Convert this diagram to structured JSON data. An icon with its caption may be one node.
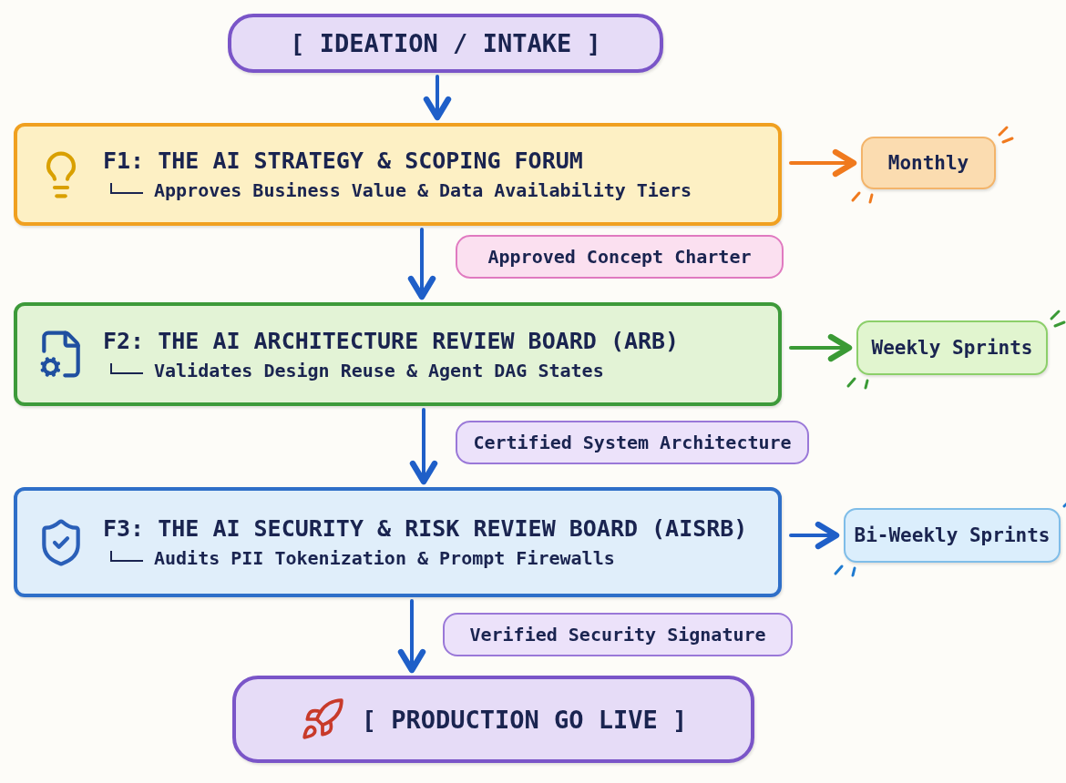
{
  "diagram": {
    "nodes": [
      {
        "text": [
          "[ IDEATION / INTAKE ]"
        ]
      },
      {
        "text": [
          "F1: THE AI STRATEGY & SCOPING FORUM",
          "Approves Business Value & Data Availability Tiers"
        ]
      },
      {
        "text": [
          "Monthly"
        ]
      },
      {
        "text": [
          "F2: THE AI ARCHITECTURE REVIEW BOARD (ARB)",
          "Validates Design Reuse & Agent DAG States"
        ]
      },
      {
        "text": [
          "Weekly Sprints"
        ]
      },
      {
        "text": [
          "F3: THE AI SECURITY & RISK REVIEW BOARD (AISRB)",
          "Audits PII Tokenization & Prompt Firewalls"
        ]
      },
      {
        "text": [
          "Bi-Weekly Sprints"
        ]
      },
      {
        "text": [
          "[ PRODUCTION GO LIVE ]"
        ]
      }
    ],
    "edges": [
      {
        "from": 0,
        "to": 1,
        "arrow": "to"
      },
      {
        "from": 1,
        "to": 2,
        "arrow": "to",
        "color": "#f07a1e"
      },
      {
        "from": 1,
        "to": 3,
        "arrow": "to",
        "label": "Approved Concept Charter"
      },
      {
        "from": 3,
        "to": 4,
        "arrow": "to",
        "color": "#3a9a35"
      },
      {
        "from": 3,
        "to": 5,
        "arrow": "to",
        "label": "Certified System Architecture"
      },
      {
        "from": 5,
        "to": 6,
        "arrow": "to"
      },
      {
        "from": 5,
        "to": 7,
        "arrow": "to",
        "label": "Verified Security Signature"
      }
    ]
  }
}
